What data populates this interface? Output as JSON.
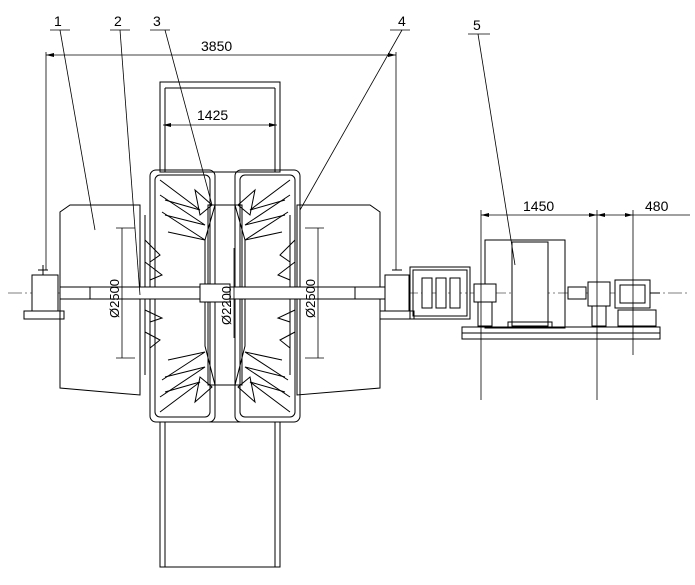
{
  "parts": [
    {
      "number": "1"
    },
    {
      "number": "2"
    },
    {
      "number": "3"
    },
    {
      "number": "4"
    },
    {
      "number": "5"
    }
  ],
  "dimensions": {
    "overall_length": "3850",
    "rotor_width": "1425",
    "drive_span_a": "1450",
    "drive_span_b": "480",
    "diameter_left": "Ø2500",
    "diameter_center": "Ø2200",
    "diameter_right": "Ø2500"
  },
  "colors": {
    "line": "#000000",
    "background": "#ffffff"
  }
}
